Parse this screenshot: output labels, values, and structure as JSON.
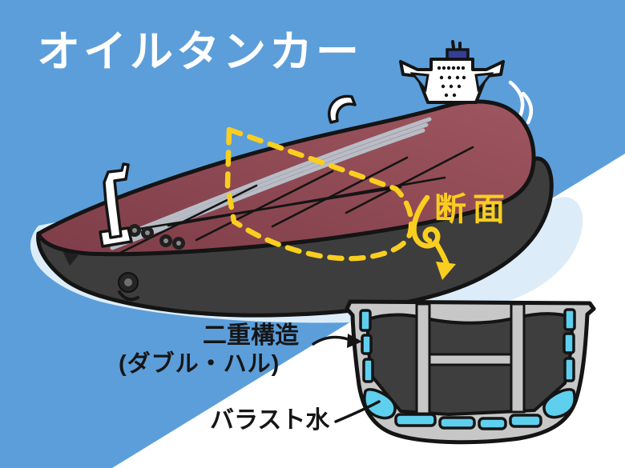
{
  "title": "オイルタンカー",
  "annotations": {
    "cross_section_label": "断面",
    "double_hull_label": "二重構造",
    "double_hull_sub_label": "(ダブル・ハル)",
    "ballast_water_label": "バラスト水"
  },
  "illustration": {
    "subject": "oil tanker ship with highlighted deck region and hull cross-section showing double hull and ballast water tanks"
  },
  "colors": {
    "background_blue": "#5C9EDA",
    "paper_white": "#FFFFFF",
    "deck_red_light": "#9E565F",
    "deck_red_dark": "#7E3D48",
    "hull_dark": "#3D3D3D",
    "outline_black": "#141414",
    "highlight_yellow": "#F9CE1E",
    "ballast_cyan": "#5FCFEE",
    "section_gray": "#C7C7C7",
    "section_interior": "#3E3E3E",
    "wake_blue": "#DCEDF9",
    "funnel_blue": "#333F96",
    "pipe_gray": "#B7BDC6"
  }
}
